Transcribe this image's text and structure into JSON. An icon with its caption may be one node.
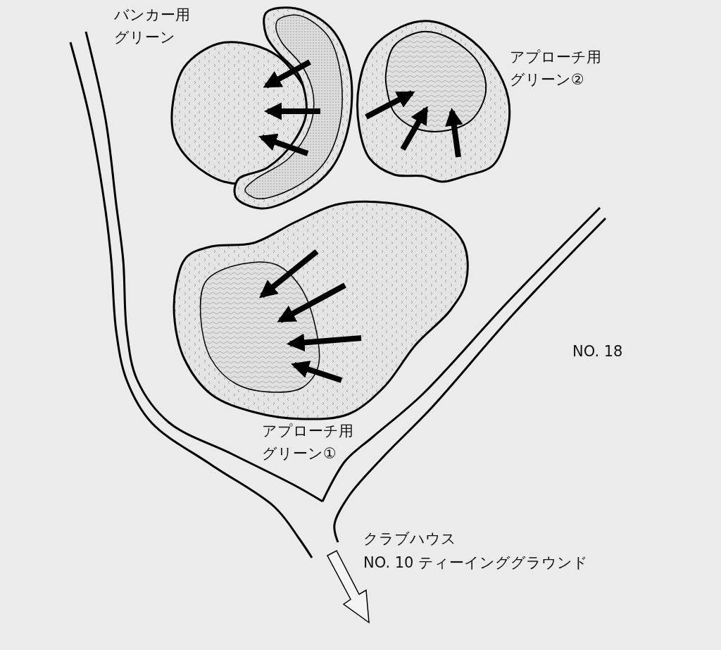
{
  "diagram": {
    "labels": [
      "バンカー用グリーン",
      "アプローチ用グリーン②",
      "アプローチ用グリーン①",
      "NO. 18",
      "クラブハウス",
      "NO. 10 ティーインググラウンド"
    ]
  }
}
